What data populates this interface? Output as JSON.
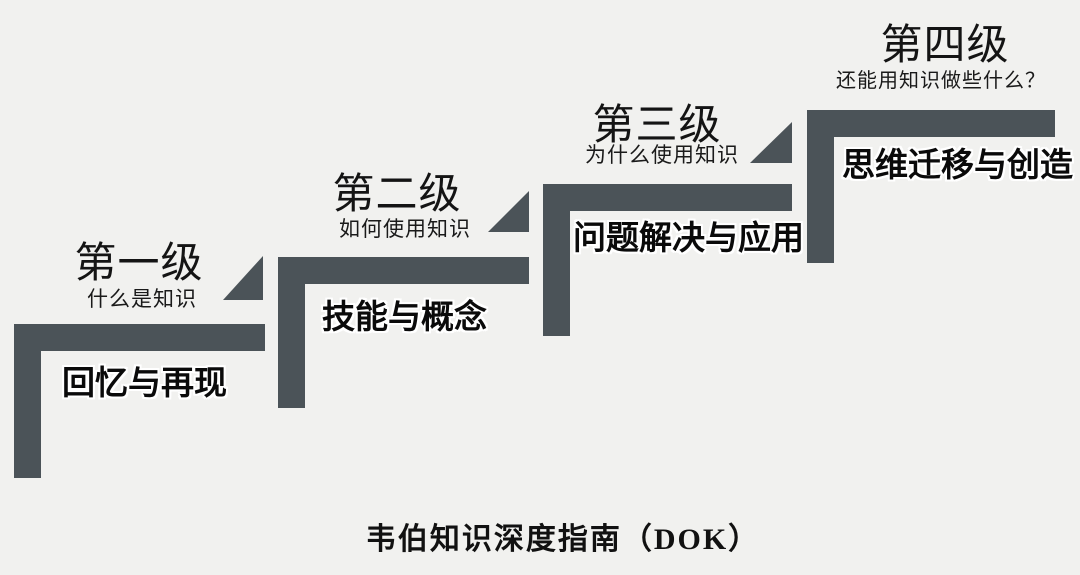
{
  "title": "韦伯知识深度指南（DOK）",
  "colors": {
    "bar": "#4b5358",
    "background": "#f1f1ef",
    "text": "#111111"
  },
  "levels": [
    {
      "title": "第一级",
      "question": "什么是知识",
      "label": "回忆与再现"
    },
    {
      "title": "第二级",
      "question": "如何使用知识",
      "label": "技能与概念"
    },
    {
      "title": "第三级",
      "question": "为什么使用知识",
      "label": "问题解决与应用"
    },
    {
      "title": "第四级",
      "question": "还能用知识做些什么？",
      "label": "思维迁移与创造"
    }
  ]
}
